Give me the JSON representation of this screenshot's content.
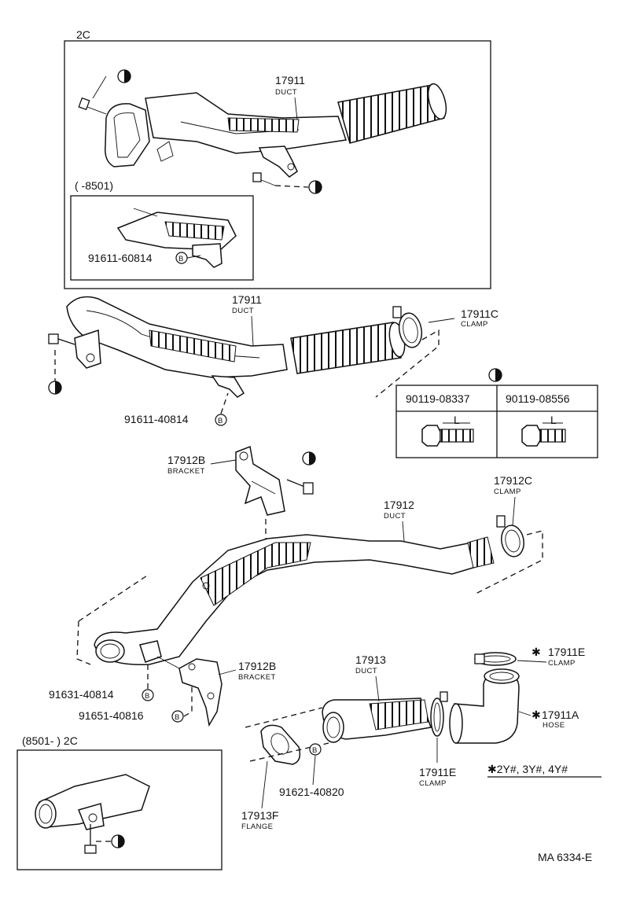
{
  "diagram_ref": "MA 6334-E",
  "inset_top": {
    "label": "2C",
    "range_label": "(        -8501)",
    "bolt_part": "91611-60814"
  },
  "inset_bottom": {
    "label": "(8501-        ) 2C"
  },
  "parts": {
    "duct_17911_top": {
      "number": "17911",
      "name": "DUCT"
    },
    "duct_17911": {
      "number": "17911",
      "name": "DUCT"
    },
    "clamp_17911c": {
      "number": "17911C",
      "name": "CLAMP"
    },
    "bolt_40814_a": {
      "number": "91611-40814"
    },
    "bracket_17912b_top": {
      "number": "17912B",
      "name": "BRACKET"
    },
    "clamp_17912c": {
      "number": "17912C",
      "name": "CLAMP"
    },
    "duct_17912": {
      "number": "17912",
      "name": "DUCT"
    },
    "bolt_91631": {
      "number": "91631-40814"
    },
    "bolt_91651": {
      "number": "91651-40816"
    },
    "bracket_17912b_bottom": {
      "number": "17912B",
      "name": "BRACKET"
    },
    "duct_17913": {
      "number": "17913",
      "name": "DUCT"
    },
    "clamp_17911e_top": {
      "number": "17911E",
      "name": "CLAMP",
      "mark": "✱"
    },
    "hose_17911a": {
      "number": "17911A",
      "name": "HOSE",
      "mark": "✱"
    },
    "clamp_17911e_bottom": {
      "number": "17911E",
      "name": "CLAMP"
    },
    "bolt_91621": {
      "number": "91621-40820"
    },
    "flange_17913f": {
      "number": "17913F",
      "name": "FLANGE"
    }
  },
  "note": "✱2Y#, 3Y#, 4Y#",
  "bolt_table": {
    "col1": "90119-08337",
    "col2": "90119-08556",
    "dim_label": "L"
  },
  "markers": {
    "b_marker": "B"
  }
}
